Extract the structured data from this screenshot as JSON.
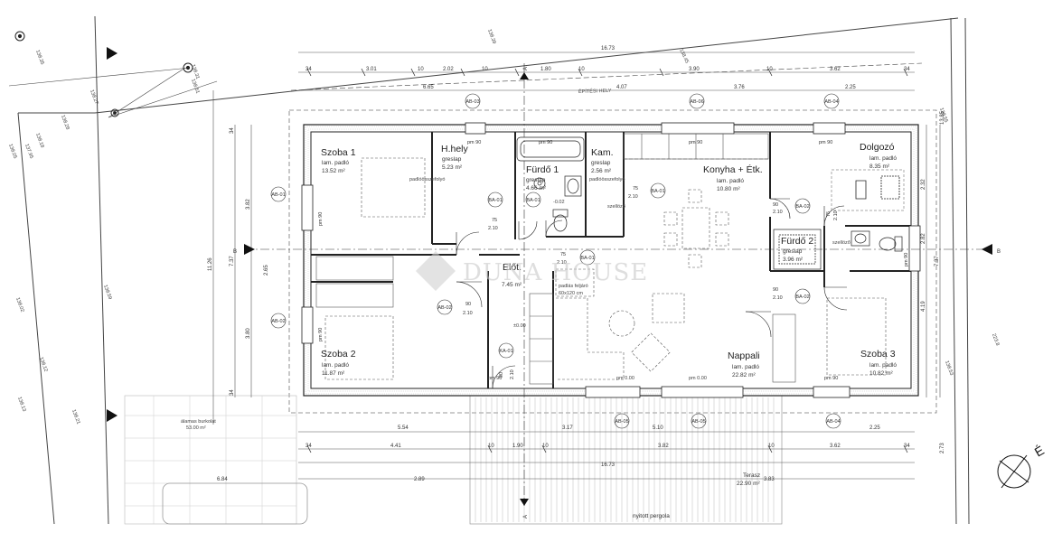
{
  "rooms": [
    {
      "key": "szoba1",
      "name": "Szoba 1",
      "material": "lam. padló",
      "area": "13.52 m²"
    },
    {
      "key": "hely",
      "name": "H.hely",
      "material": "greslap",
      "area": "5.23 m²"
    },
    {
      "key": "furdo1",
      "name": "Fürdő 1",
      "material": "greslap",
      "area": "4.66 m²"
    },
    {
      "key": "kam",
      "name": "Kam.",
      "material": "greslap",
      "area": "2.56 m²"
    },
    {
      "key": "konyha",
      "name": "Konyha + Étk.",
      "material": "lam. padló",
      "area": "10.80 m²"
    },
    {
      "key": "dolgozo",
      "name": "Dolgozó",
      "material": "lam. padló",
      "area": "8.35 m²"
    },
    {
      "key": "furdo2",
      "name": "Fürdő 2",
      "material": "greslap",
      "area": "3.96 m²"
    },
    {
      "key": "elo",
      "name": "Előt.",
      "material": "",
      "area": "7.45 m²"
    },
    {
      "key": "nappali",
      "name": "Nappali",
      "material": "lam. padló",
      "area": "22.82 m²"
    },
    {
      "key": "szoba2",
      "name": "Szoba 2",
      "material": "lam. padló",
      "area": "11.87 m²"
    },
    {
      "key": "szoba3",
      "name": "Szoba 3",
      "material": "lam. padló",
      "area": "10.82 m²"
    }
  ],
  "labels": {
    "epitesi_hely": "ÉPÍTÉSI HELY",
    "terasz_name": "Terasz",
    "terasz_area": "22.90 m²",
    "pergola": "nyitott pergola",
    "parking": "álamas burkolat",
    "parking_area": "53.00 m²",
    "attic": "padlás feljáró",
    "attic_size": "60x120 cm",
    "padlo1": "padlóösszefolyó",
    "padlo2": "padlóösszefolyó",
    "szellozo1": "szellöző",
    "szellozo2": "szellöző",
    "elev_pm0": "pm 0.00",
    "elev_pm0b": "pm 0.00",
    "elev_neg": "-0.02",
    "elev_pm0c": "±0.00",
    "section_a": "A",
    "section_b": "B",
    "watermark": "DUNA HOUSE"
  },
  "dims": {
    "top_total": "16.73",
    "top_row": [
      "34",
      "3.01",
      "10",
      "2.02",
      "10",
      "1.80",
      "10",
      "3.90",
      "10",
      "3.62",
      "34"
    ],
    "top_row2": [
      "6.65",
      "4.07",
      "3.76",
      "2.25"
    ],
    "bottom_row1": [
      "5.54",
      "3.17",
      "5.10",
      "2.25"
    ],
    "bottom_row2": [
      "34",
      "4.41",
      "10",
      "1.90",
      "10",
      "3.82",
      "10",
      "3.62",
      "34"
    ],
    "bottom_total": "16.73",
    "bottom_row3": [
      "6.84",
      "2.89",
      "3.83"
    ],
    "left_dims": [
      "34",
      "3.82",
      "2.65",
      "3.80",
      "34"
    ],
    "left_total": "7.37",
    "left_outer": "11.26",
    "right_dims": [
      "2.32",
      "2.82",
      "4.19"
    ],
    "right_total": "7.37",
    "right_outer": "13.85",
    "right_outer2": "2.73"
  },
  "tags": {
    "ab03": "AB-03",
    "ab06": "AB-06",
    "ab04t": "AB-04",
    "ab02": "AB-02",
    "ab05a": "AB-05",
    "ab05b": "AB-05",
    "ab04b": "AB-04",
    "ba01a": "BA-01",
    "ba01b": "BA-01",
    "ba01c": "BA-01",
    "ba01d": "BA-01",
    "ba02a": "BA-02",
    "ba02b": "BA-02",
    "ka01": "KA-01",
    "ab01": "AB-01",
    "ab02l": "AB-02",
    "ab02b": "AB-02"
  },
  "doors": {
    "d1": "75",
    "d1h": "2.10",
    "d2": "75",
    "d2h": "2.10",
    "d3": "90",
    "d3h": "2.10",
    "d4": "90",
    "d4h": "2.10",
    "d5": "90",
    "d5h": "2.10",
    "d6": "75",
    "d6h": "2.10",
    "d7": "75",
    "d7h": "2.10",
    "d8": "90",
    "d8h": "2.10"
  },
  "windows": {
    "w1": "pm 90",
    "w2": "pm 90",
    "w3": "pm 90",
    "w4": "pm 90",
    "w5": "pm 90",
    "w6": "pm 90",
    "w7": "pm 90",
    "w8": "pm 90",
    "w9": "pm 90"
  },
  "plot": {
    "t1": "138.35",
    "t2": "138.39",
    "t3": "138.45",
    "t4": "138.55",
    "t5": "138.51",
    "t6": "138.27",
    "t7": "138.05",
    "t8": "137.95",
    "t9": "138.18",
    "t10": "138.28",
    "t11": "138.02",
    "t12": "138.12",
    "t13": "138.13",
    "t14": "138.21",
    "t15": "223.8",
    "t16": "138.59",
    "t17": "138.31",
    "t18": "138.53"
  },
  "compass": {
    "label": "É"
  }
}
